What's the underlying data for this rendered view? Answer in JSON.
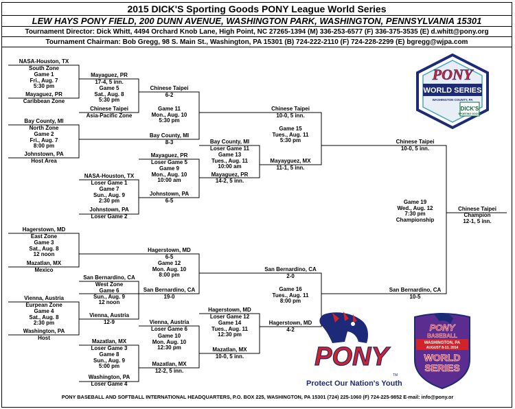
{
  "header": {
    "title": "2015 DICK'S Sporting Goods PONY League World Series",
    "subtitle": "LEW HAYS PONY FIELD, 200 DUNN AVENUE, WASHINGTON PARK, WASHINGTON, PENNSYLVANIA 15301",
    "director": "Tournament Director: Dick Whitt, 4494 Orchard Knob Lane, High Point, NC 27265-1394 (M) 336-253-6577 (F) 336-375-3535 (E) d.whitt@pony.org",
    "chairman": "Tournament Chairman:  Bob Gregg, 98 S. Main St., Washington, PA 15301 (B) 724-222-2110 (F) 724-228-2299 (E) bgregg@wjpa.com"
  },
  "games": {
    "g1": {
      "team1": "NASA-Houston, TX",
      "team1_zone": "South Zone",
      "info": "Game 1\nFri., Aug. 7\n5:30 pm",
      "team2": "Mayaguez, PR",
      "team2_zone": "Caribbean Zone"
    },
    "g2": {
      "team1": "Bay County, MI",
      "team1_zone": "North Zone",
      "info": "Game 2\nFri., Aug. 7\n8:00 pm",
      "team2": "Johnstown, PA",
      "team2_zone": "Host Area"
    },
    "g3": {
      "team1": "Hagerstown, MD",
      "team1_zone": "East Zone",
      "info": "Game 3\nSat., Aug. 8\n12 noon",
      "team2": "Mazatlan, MX",
      "team2_zone": "Mexico"
    },
    "g4": {
      "team1": "Vienna, Austria",
      "team1_zone": "Eurpean Zone",
      "info": "Game 4\nSat., Aug. 8\n2:30 pm",
      "team2": "Washington, PA",
      "team2_zone": "Host"
    },
    "g5": {
      "team1": "Mayaguez, PR",
      "team1_score": "17-4, 5 inn.",
      "info": "Game 5\nSat., Aug. 8\n5:30 pm",
      "team2": "Chinese Taipei",
      "team2_zone": "Asia-Pacific Zone"
    },
    "g6": {
      "team1": "San Bernardino, CA",
      "team1_zone": "West Zone",
      "info": "Game 6\nSun., Aug. 9\n12 noon",
      "team2": "Vienna, Austria",
      "team2_score": "12-9"
    },
    "g7": {
      "team1": "NASA-Houston, TX",
      "team1_note": "Loser Game 1",
      "info": "Game 7\nSun., Aug. 9\n2:30 pm",
      "team2": "Johnstown, PA",
      "team2_note": "Loser Game 2"
    },
    "g8": {
      "team1": "Mazatlan, MX",
      "team1_note": "Loser Game 3",
      "info": "Game 8\nSun., Aug. 9\n5:00 pm",
      "team2": "Washington, PA",
      "team2_note": "Loser Game 4"
    },
    "g9": {
      "team1": "Mayaguez, PR",
      "team1_note": "Loser Game 5",
      "info": "Game 9\nMon., Aug. 10\n10:00 am",
      "team2": "Johnstown, PA",
      "team2_score": "6-5"
    },
    "g10": {
      "team1": "Vienna, Austria",
      "team1_note": "Loser Game 6",
      "info": "Game 10\nMon. Aug. 10\n12:30 pm",
      "team2": "Mazatlan, MX",
      "team2_score": "12-2, 5 inn."
    },
    "g11": {
      "team1": "Chinese Taipei",
      "team1_score": "6-2",
      "info": "Game 11\nMon., Aug. 10\n5:30 pm",
      "team2": "Bay County, MI",
      "team2_score": "8-3"
    },
    "g12": {
      "team1": "Hagerstown, MD",
      "team1_score": "6-5",
      "info": "Game 12\nMon. Aug. 10\n8:00 pm",
      "team2": "San Bernardino, CA",
      "team2_score": "19-0"
    },
    "g13": {
      "team1": "Bay County, MI",
      "team1_note": "Loser Game 11",
      "info": "Game 13\nTues., Aug. 11\n10:00 am",
      "team2": "Mayaguez, PR",
      "team2_score": "14-2, 5 inn."
    },
    "g14": {
      "team1": "Hagerstown, MD",
      "team1_note": "Loser Game 12",
      "info": "Game 14\nTues., Aug. 11\n12:30 pm",
      "team2": "Mazatlan, MX",
      "team2_score": "10-0, 5 inn."
    },
    "g15": {
      "team1": "Chinese Taipei",
      "team1_score": "10-0, 5 inn.",
      "info": "Game 15\nTues., Aug. 11\n5:30 pm",
      "team2": "Mayayguez, MX",
      "team2_score": "11-1, 5 inn."
    },
    "g16": {
      "team1": "San Bernardino, CA",
      "team1_score": "2-0",
      "info": "Game 16\nTues., Aug. 11\n8:00 pm",
      "team2": "Hagerstown, MD",
      "team2_score": "4-2"
    },
    "g19": {
      "team1": "Chinese Taipei",
      "team1_score": "10-0, 5 inn.",
      "info": "Game 19\nWed., Aug. 12\n7:30 pm\nChampionship",
      "team2": "San Bernardino, CA",
      "team2_score": "10-5"
    },
    "champion": {
      "team": "Chinese Taipei",
      "label": "Champion",
      "score": "12-1, 5 inn."
    }
  },
  "logos": {
    "world_series": {
      "line1": "PONY",
      "line2": "WORLD SERIES",
      "line3": "WASHINGTON COUNTY, PA",
      "sponsor": "DICK'S",
      "sponsor_sub": "SPORTING GOODS"
    },
    "pony": {
      "wordmark": "PONY",
      "tm": "TM",
      "tagline": "Protect Our Nation's Youth"
    },
    "baseball_ws": {
      "line1": "PONY",
      "line2": "BASEBALL",
      "line3": "WASHINGTON, PA",
      "dates": "AUGUST 8-13, 2014",
      "line4": "WORLD",
      "line5": "SERIES"
    }
  },
  "footer": "PONY BASEBALL AND SOFTBALL INTERNATIONAL HEADQUARTERS, P.O. BOX 225, WASHINGTON, PA  15301   (724) 225-1060 (F) 724-225-9852 E-mail: info@pony.or",
  "colors": {
    "navy": "#1c2a78",
    "red": "#d2232a",
    "purple": "#5b2d90",
    "teal": "#4aa8b5"
  }
}
